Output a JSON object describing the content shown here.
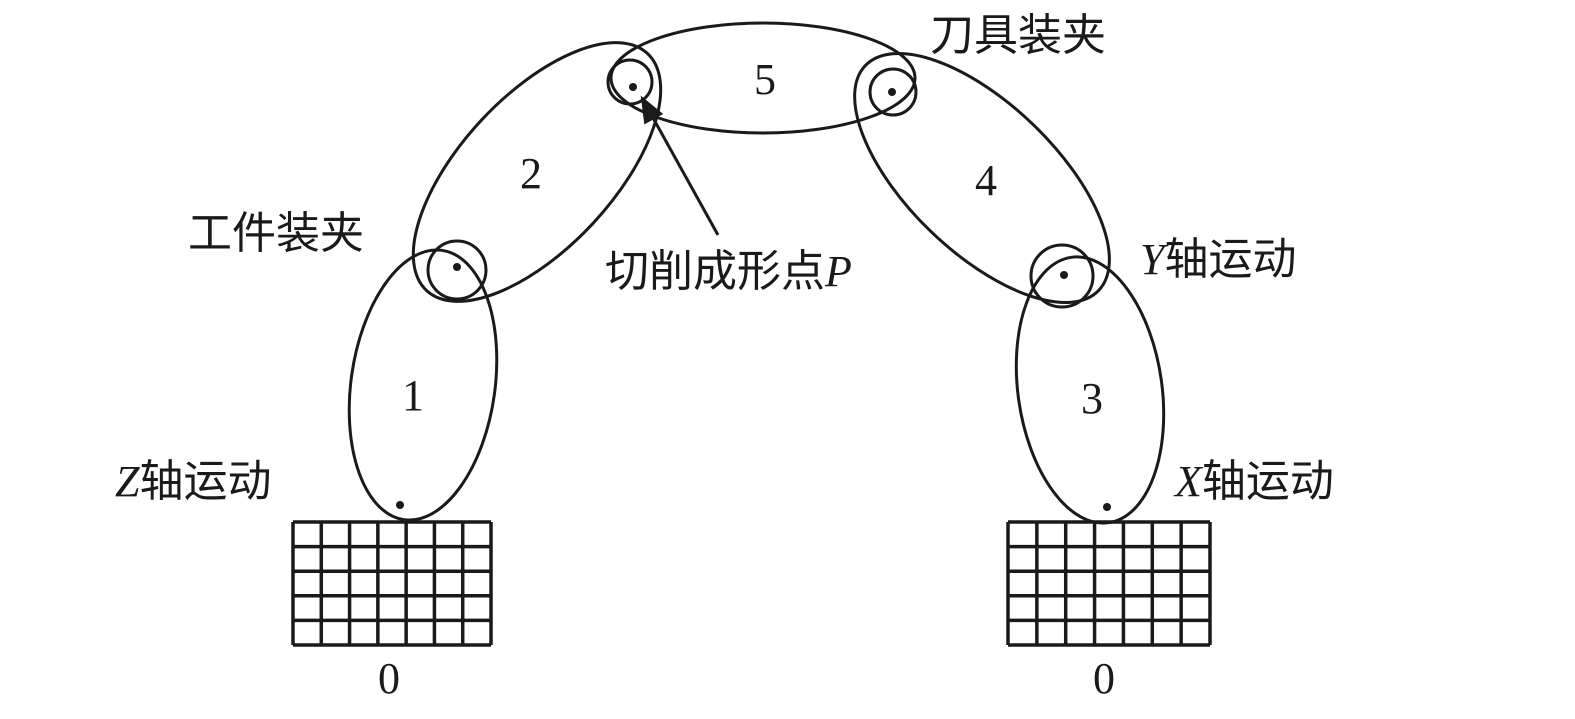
{
  "labels": {
    "workpiece_clamp": "工件装夹",
    "cutting_point": "切削成形点",
    "cutting_point_var": "P",
    "tool_clamp": "刀具装夹",
    "y_axis_var": "Y",
    "y_axis": "轴运动",
    "z_axis_var": "Z",
    "z_axis": "轴运动",
    "x_axis_var": "X",
    "x_axis": "轴运动"
  },
  "links": [
    "1",
    "2",
    "3",
    "4",
    "5"
  ],
  "bases": [
    "0",
    "0"
  ],
  "grid": {
    "columns": 7,
    "rows": 5
  }
}
